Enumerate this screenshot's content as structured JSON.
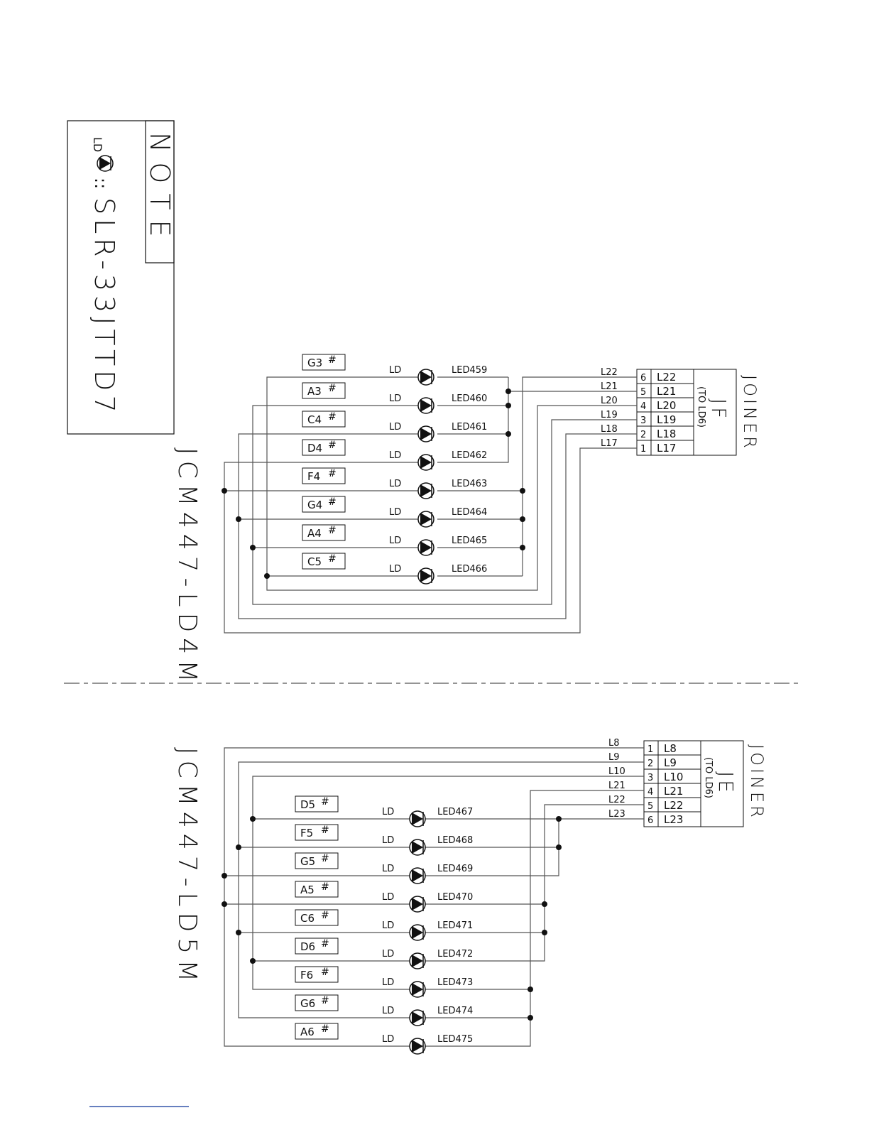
{
  "note": {
    "title": "NOTE",
    "symbol_label": "LD",
    "sep": "::",
    "part": "SLR-33JTTD7"
  },
  "sections": [
    {
      "name": "JCM447-LD4M",
      "joiner": {
        "id": "JF",
        "dest": "(TO LD6)",
        "word": "JOINER"
      },
      "pins": [
        {
          "num": "6",
          "net": "L22",
          "wire": "L22"
        },
        {
          "num": "5",
          "net": "L21",
          "wire": "L21"
        },
        {
          "num": "4",
          "net": "L20",
          "wire": "L20"
        },
        {
          "num": "3",
          "net": "L19",
          "wire": "L19"
        },
        {
          "num": "2",
          "net": "L18",
          "wire": "L18"
        },
        {
          "num": "1",
          "net": "L17",
          "wire": "L17"
        }
      ],
      "leds": [
        {
          "note": "G3",
          "sharp": "#",
          "type": "LD",
          "ref": "LED459"
        },
        {
          "note": "A3",
          "sharp": "#",
          "type": "LD",
          "ref": "LED460"
        },
        {
          "note": "C4",
          "sharp": "#",
          "type": "LD",
          "ref": "LED461"
        },
        {
          "note": "D4",
          "sharp": "#",
          "type": "LD",
          "ref": "LED462"
        },
        {
          "note": "F4",
          "sharp": "#",
          "type": "LD",
          "ref": "LED463"
        },
        {
          "note": "G4",
          "sharp": "#",
          "type": "LD",
          "ref": "LED464"
        },
        {
          "note": "A4",
          "sharp": "#",
          "type": "LD",
          "ref": "LED465"
        },
        {
          "note": "C5",
          "sharp": "#",
          "type": "LD",
          "ref": "LED466"
        }
      ]
    },
    {
      "name": "JCM447-LD5M",
      "joiner": {
        "id": "JE",
        "dest": "(TO LD6)",
        "word": "JOINER"
      },
      "pins": [
        {
          "num": "1",
          "net": "L8",
          "wire": "L8"
        },
        {
          "num": "2",
          "net": "L9",
          "wire": "L9"
        },
        {
          "num": "3",
          "net": "L10",
          "wire": "L10"
        },
        {
          "num": "4",
          "net": "L21",
          "wire": "L21"
        },
        {
          "num": "5",
          "net": "L22",
          "wire": "L22"
        },
        {
          "num": "6",
          "net": "L23",
          "wire": "L23"
        }
      ],
      "leds": [
        {
          "note": "D5",
          "sharp": "#",
          "type": "LD",
          "ref": "LED467"
        },
        {
          "note": "F5",
          "sharp": "#",
          "type": "LD",
          "ref": "LED468"
        },
        {
          "note": "G5",
          "sharp": "#",
          "type": "LD",
          "ref": "LED469"
        },
        {
          "note": "A5",
          "sharp": "#",
          "type": "LD",
          "ref": "LED470"
        },
        {
          "note": "C6",
          "sharp": "#",
          "type": "LD",
          "ref": "LED471"
        },
        {
          "note": "D6",
          "sharp": "#",
          "type": "LD",
          "ref": "LED472"
        },
        {
          "note": "F6",
          "sharp": "#",
          "type": "LD",
          "ref": "LED473"
        },
        {
          "note": "G6",
          "sharp": "#",
          "type": "LD",
          "ref": "LED474"
        },
        {
          "note": "A6",
          "sharp": "#",
          "type": "LD",
          "ref": "LED475"
        }
      ]
    }
  ],
  "colors": {
    "ink": "#111111",
    "wire": "#555555"
  }
}
